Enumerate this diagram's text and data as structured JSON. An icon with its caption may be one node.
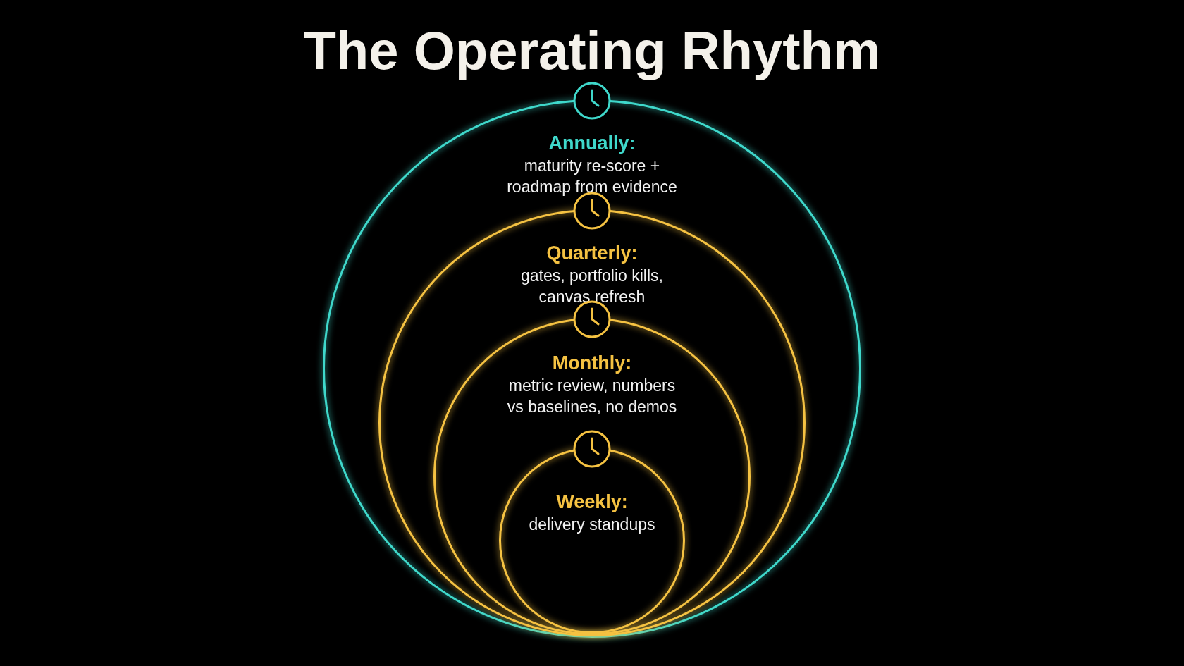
{
  "diagram": {
    "title": "The Operating Rhythm",
    "nodes": [
      {
        "text": [
          "Annually:",
          "maturity re-score + roadmap from evidence"
        ]
      },
      {
        "text": [
          "Quarterly:",
          "gates, portfolio kills, canvas refresh"
        ],
        "in": 0
      },
      {
        "text": [
          "Monthly:",
          "metric review, numbers vs baselines, no demos"
        ],
        "in": 1
      },
      {
        "text": [
          "Weekly:",
          "delivery standups"
        ],
        "in": 2
      }
    ]
  }
}
